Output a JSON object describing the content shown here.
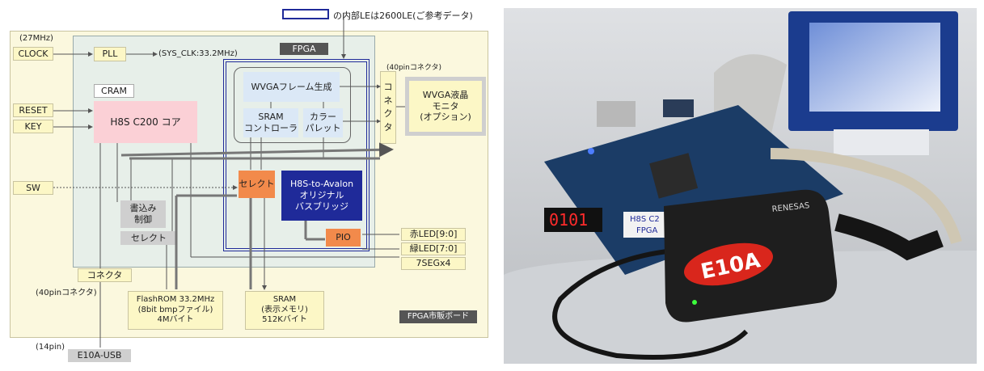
{
  "legend_note": "の内部LEは2600LE(ご参考データ)",
  "clock_freq": "(27MHz)",
  "inputs": {
    "clock": "CLOCK",
    "reset": "RESET",
    "key": "KEY",
    "sw": "SW"
  },
  "pll": "PLL",
  "sys_clk": "(SYS_CLK:33.2MHz)",
  "fpga": "FPGA",
  "cram": "CRAM",
  "h8s_core": "H8S C200 コア",
  "wvga_gen": "WVGAフレーム生成",
  "sram_ctrl": [
    "SRAM",
    "コントローラ"
  ],
  "color_palette": [
    "カラー",
    "パレット"
  ],
  "connector_vertical": [
    "コ",
    "ネ",
    "ク",
    "タ"
  ],
  "pin40_top": "(40pinコネクタ)",
  "wvga_monitor": [
    "WVGA液晶",
    "モニタ",
    "(オプション)"
  ],
  "select_orange": "セレクト",
  "bridge": [
    "H8S-to-Avalon",
    "オリジナル",
    "バスブリッジ"
  ],
  "write_ctrl": [
    "書込み",
    "制御"
  ],
  "select_gray": "セレクト",
  "pio": "PIO",
  "outputs": [
    "赤LED[9:0]",
    "緑LED[7:0]",
    "7SEGx4"
  ],
  "connector_bottom": "コネクタ",
  "pin40_bottom": "(40pinコネクタ)",
  "flashrom": [
    "FlashROM 33.2MHz",
    "(8bit bmpファイル)",
    "4Mバイト"
  ],
  "sram": [
    "SRAM",
    "(表示メモリ)",
    "512Kバイト"
  ],
  "board_label": "FPGA市販ボード",
  "pin14": "(14pin)",
  "e10a": "E10A-USB",
  "photo_text": {
    "board_label": "H8S C2",
    "board_label2": "FPGA",
    "seg_display": "0101",
    "e10a_label": "E10A",
    "renesas": "RENESAS"
  },
  "colors": {
    "board_bg": "#fbf8de",
    "fpga_bg": "#e7efe9",
    "core": "#fbd0d6",
    "lightblue": "#dbe8f6",
    "yellow": "#fcf7c6",
    "orange": "#f28a4b",
    "navy": "#1f2a99",
    "gray": "#cfcfcf",
    "dark": "#555555"
  }
}
